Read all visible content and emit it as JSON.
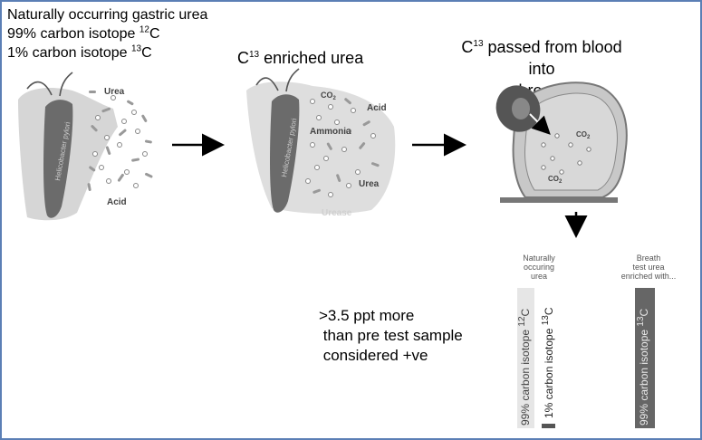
{
  "intro": {
    "line1": "Naturally occurring gastric urea",
    "line2_prefix": "99% carbon isotope ",
    "line2_sup": "12",
    "line2_suffix": "C",
    "line3_prefix": "1% carbon isotope ",
    "line3_sup": "13",
    "line3_suffix": "C"
  },
  "panel1": {
    "bacterium_label": "Helicobacter pylori",
    "urea_label": "Urea",
    "acid_label": "Acid"
  },
  "panel2": {
    "caption_prefix": "C",
    "caption_sup": "13",
    "caption_suffix": " enriched urea",
    "co2_label": "CO",
    "co2_sub": "2",
    "acid_label": "Acid",
    "ammonia_label": "Ammonia",
    "urea_label": "Urea",
    "urease_label": "Urease",
    "bacterium_label": "Helicobacter pylori"
  },
  "panel3": {
    "caption_prefix": "C",
    "caption_sup": "13",
    "caption_line1_suffix": " passed from blood into",
    "caption_line2": "breath",
    "co2_label_a": "CO",
    "co2_label_b": "CO",
    "co2_sub": "2"
  },
  "comparison": {
    "left_heading": "Naturally\noccuring\nurea",
    "right_heading": "Breath\ntest urea\nenriched with...",
    "bar_a_prefix": "99% carbon isotope ",
    "bar_a_sup": "12",
    "bar_a_suffix": "C",
    "bar_b_prefix": "1% carbon isotope ",
    "bar_b_sup": "13",
    "bar_b_suffix": "C",
    "bar_c_prefix": "99% carbon isotope ",
    "bar_c_sup": "13",
    "bar_c_suffix": "C"
  },
  "threshold": {
    "line1": ">3.5 ppt more",
    "line2": " than pre test sample",
    "line3": " considered +ve"
  }
}
